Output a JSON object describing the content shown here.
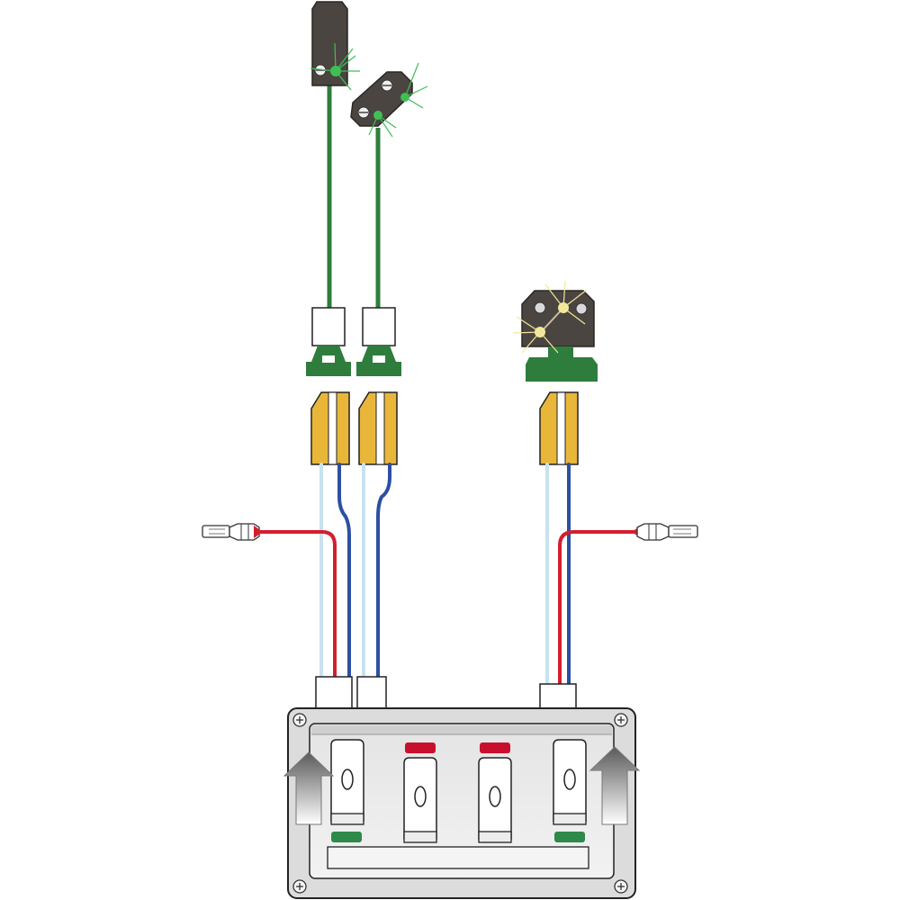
{
  "diagram": {
    "components": [
      {
        "id": "signal-1",
        "kind": "mast-signal",
        "lamps": 2
      },
      {
        "id": "signal-2",
        "kind": "mast-signal",
        "lamps": 2
      },
      {
        "id": "signal-3",
        "kind": "dwarf-signal",
        "lamps": 3
      },
      {
        "id": "connector-1",
        "kind": "plug-socket"
      },
      {
        "id": "connector-2",
        "kind": "plug-socket"
      },
      {
        "id": "connector-3",
        "kind": "plug-socket"
      },
      {
        "id": "power-plug-left",
        "kind": "flat-plug"
      },
      {
        "id": "power-plug-right",
        "kind": "flat-plug"
      },
      {
        "id": "control-box",
        "kind": "switch-panel",
        "buttons": 4,
        "indicators": 4
      }
    ],
    "wire_colors": {
      "signal": "#2e7d3c",
      "light_blue": "#c8e2ef",
      "blue": "#2d4fa3",
      "red": "#d21f2e"
    },
    "indicator_colors": {
      "red": "#c8102e",
      "green": "#2e8a4a"
    },
    "lamp_colors": {
      "green": "#3fbf55",
      "yellow": "#f3e79b"
    },
    "connector_color": "#e8b73a",
    "signal_body_color": "#4a4540",
    "base_color": "#2e7d3c"
  }
}
